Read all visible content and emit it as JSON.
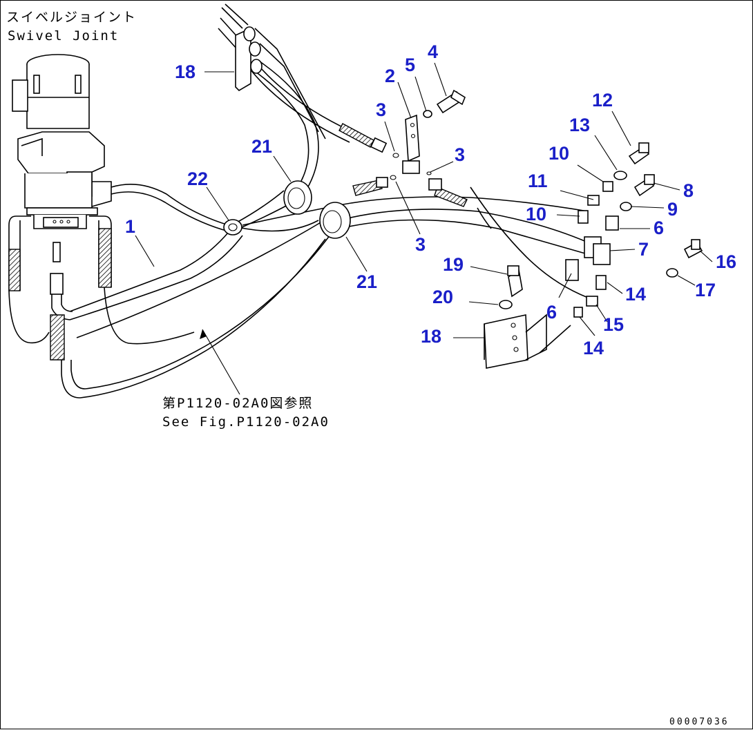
{
  "labels": {
    "swivel_jp": "スイベルジョイント",
    "swivel_en": "Swivel Joint",
    "see_fig_jp": "第P1120-02A0図参照",
    "see_fig_en": "See Fig.P1120-02A0",
    "drawing_number": "00007036"
  },
  "callouts": [
    "18",
    "2",
    "5",
    "4",
    "3",
    "3",
    "21",
    "22",
    "1",
    "3",
    "21",
    "12",
    "13",
    "10",
    "11",
    "8",
    "10",
    "9",
    "6",
    "7",
    "19",
    "16",
    "20",
    "17",
    "14",
    "6",
    "15",
    "18",
    "14"
  ],
  "colors": {
    "callout": "#1a1fc8",
    "line": "#000000",
    "background": "#ffffff"
  }
}
